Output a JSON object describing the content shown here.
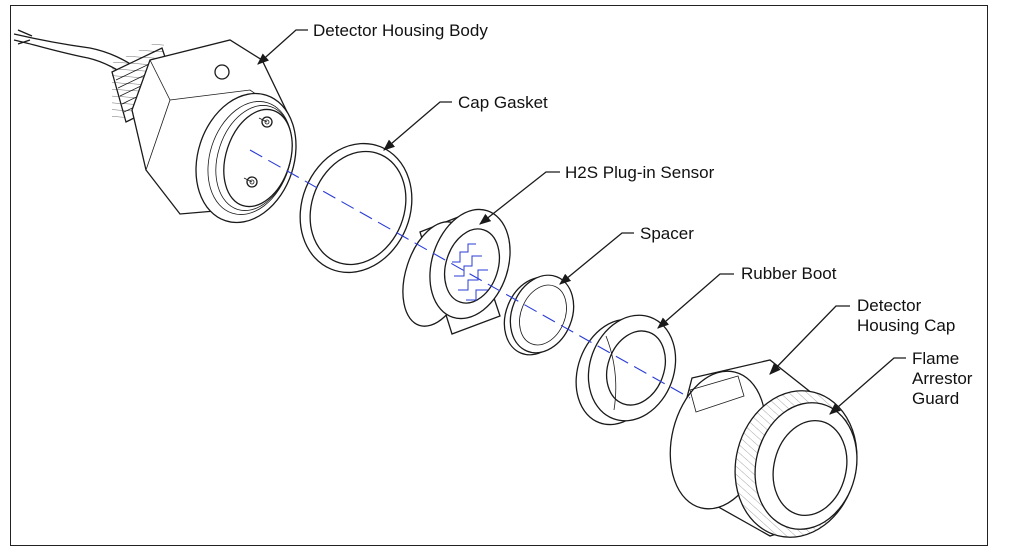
{
  "labels": {
    "detector_housing_body": "Detector Housing Body",
    "cap_gasket": "Cap Gasket",
    "h2s_sensor": "H2S Plug-in Sensor",
    "spacer": "Spacer",
    "rubber_boot": "Rubber Boot",
    "housing_cap_line1": "Detector",
    "housing_cap_line2": "Housing Cap",
    "flame_guard_line1": "Flame",
    "flame_guard_line2": "Arrestor",
    "flame_guard_line3": "Guard"
  },
  "colors": {
    "ink": "#1a1a1a",
    "axis": "#2a3bd6",
    "background": "#ffffff"
  }
}
